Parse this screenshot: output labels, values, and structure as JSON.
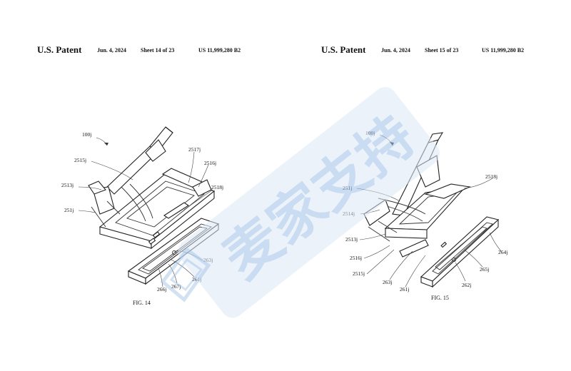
{
  "left": {
    "header": {
      "title": "U.S. Patent",
      "date": "Jun. 4, 2024",
      "sheet": "Sheet 14 of 23",
      "number": "US 11,999,280 B2"
    },
    "figure_label": "FIG. 14",
    "ref_labels": {
      "l100j": "100j",
      "l2515j": "2515j",
      "l2517j": "2517j",
      "l2516j": "2516j",
      "l2513j": "2513j",
      "l2518j": "2518j",
      "l251j": "251j",
      "l263j": "263j",
      "l261j": "261j",
      "l267j": "267j",
      "l266j": "266j"
    }
  },
  "right": {
    "header": {
      "title": "U.S. Patent",
      "date": "Jun. 4, 2024",
      "sheet": "Sheet 15 of 23",
      "number": "US 11,999,280 B2"
    },
    "figure_label": "FIG. 15",
    "ref_labels": {
      "l100j": "100j",
      "l2518j": "2518j",
      "l251j": "251j",
      "l2514j": "2514j",
      "l2513j": "2513j",
      "l2516j": "2516j",
      "l2515j": "2515j",
      "l263j": "263j",
      "l261j": "261j",
      "l262j": "262j",
      "l265j": "265j",
      "l264j": "264j"
    }
  },
  "watermark": {
    "text": "麦家支持",
    "color": "#9ec1e6"
  }
}
